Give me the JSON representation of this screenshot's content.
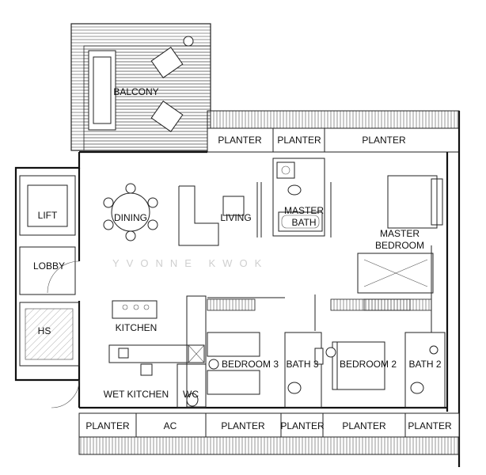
{
  "rooms": {
    "balcony": "BALCONY",
    "planter_top_1": "PLANTER",
    "planter_top_2": "PLANTER",
    "planter_top_3": "PLANTER",
    "lift": "LIFT",
    "dining": "DINING",
    "living": "LIVING",
    "master_bath_1": "MASTER",
    "master_bath_2": "BATH",
    "master_bedroom_1": "MASTER",
    "master_bedroom_2": "BEDROOM",
    "lobby": "LOBBY",
    "kitchen": "KITCHEN",
    "hs": "HS",
    "bedroom_3": "BEDROOM 3",
    "bath_3": "BATH 3",
    "bedroom_2": "BEDROOM 2",
    "bath_2": "BATH 2",
    "wet_kitchen": "WET KITCHEN",
    "wc": "WC",
    "planter_bottom_1": "PLANTER",
    "ac": "AC",
    "planter_bottom_2": "PLANTER",
    "planter_bottom_3": "PLANTER",
    "planter_bottom_4": "PLANTER",
    "planter_bottom_5": "PLANTER"
  },
  "watermark": "YVONNE KWOK"
}
